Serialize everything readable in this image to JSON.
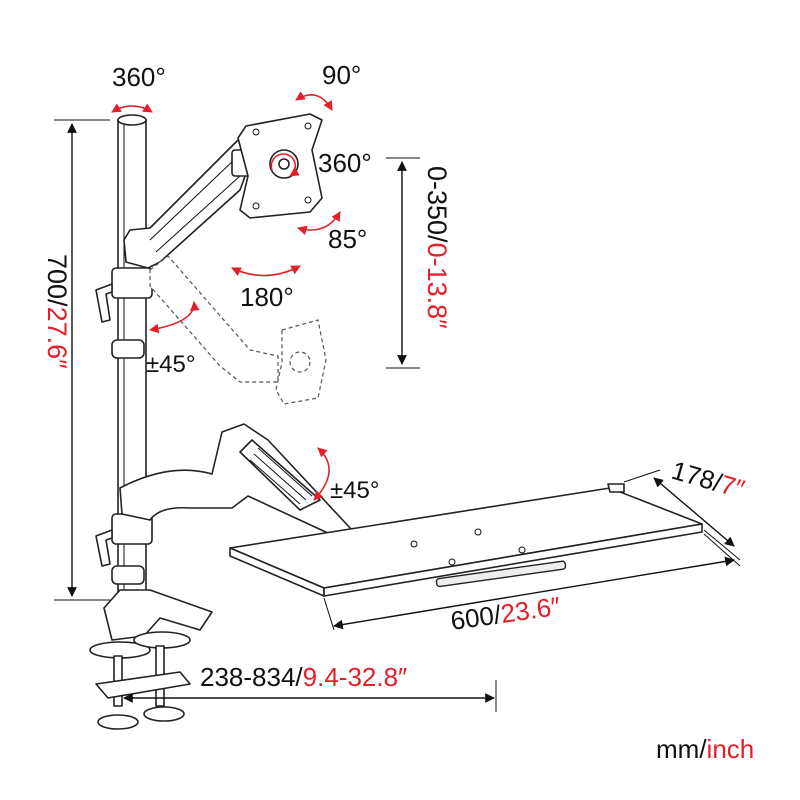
{
  "rotations": {
    "pole": "360°",
    "tilt_top": "90°",
    "screen_rotate": "360°",
    "tilt_down": "85°",
    "swivel": "180°",
    "arm_tilt": "±45°",
    "tray_tilt": "±45°"
  },
  "dimensions": {
    "height": {
      "metric": "700/",
      "imperial": "27.6″"
    },
    "vertical_travel": {
      "metric": "0-350/",
      "imperial": "0-13.8″"
    },
    "tray_depth": {
      "metric": "178/",
      "imperial": "7″"
    },
    "tray_width": {
      "metric": "600/",
      "imperial": "23.6″"
    },
    "clamp_range": {
      "metric": "238-834/",
      "imperial": "9.4-32.8″"
    }
  },
  "units": {
    "metric": "mm/",
    "imperial": "inch"
  },
  "colors": {
    "accent": "#e3202a",
    "line": "#111111"
  }
}
